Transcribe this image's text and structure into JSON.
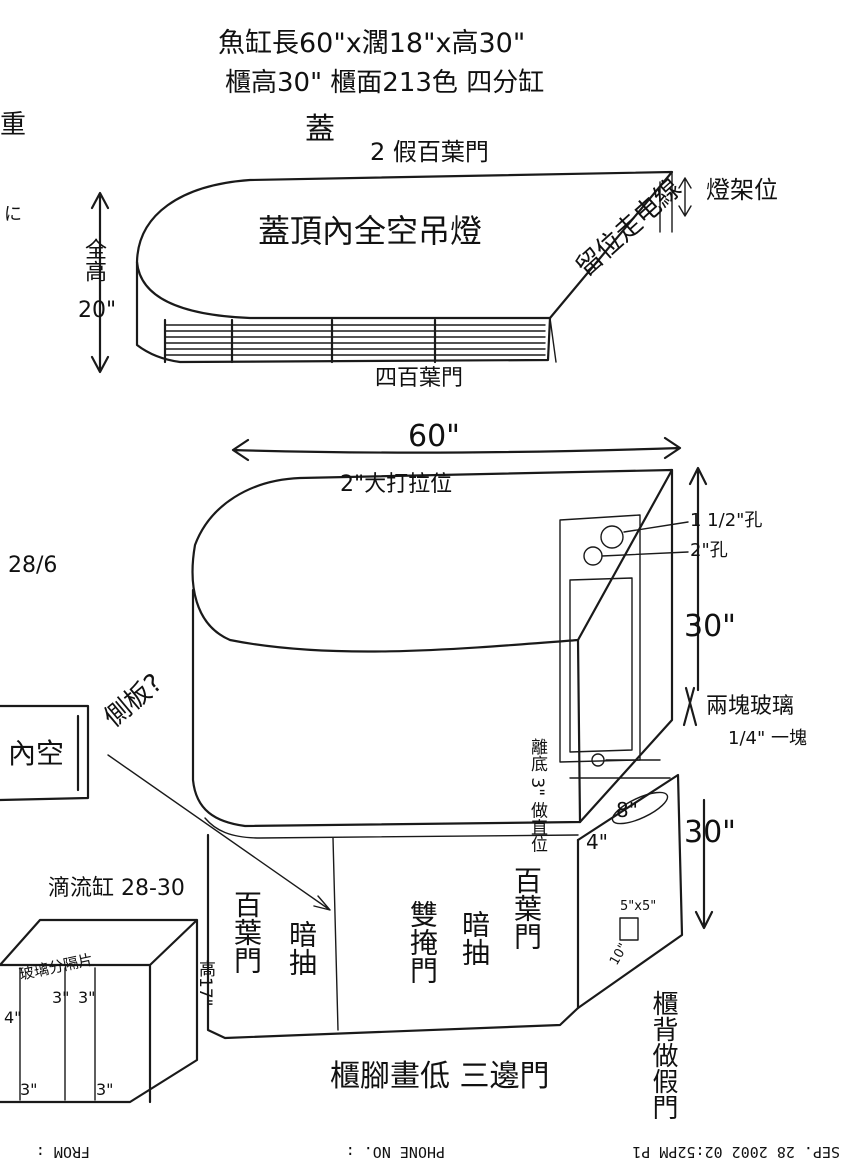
{
  "header": {
    "line1": "魚缸長60\"x濶18\"x高30\"",
    "line2": "櫃高30\" 櫃面213色 四分缸"
  },
  "lid": {
    "title": "蓋",
    "back_note": "2 假百葉門",
    "top_note": "蓋頂內全空吊燈",
    "height_label": "全高",
    "height_value": "20\"",
    "light_note": "燈架位",
    "wire_note": "留位走电線",
    "front_note": "四百葉門"
  },
  "cabinet": {
    "width_label": "60\"",
    "top_note": "2\"大打拉位",
    "pipe1": "1 1/2\"孔",
    "pipe2": "2\"孔",
    "height_upper": "30\"",
    "glass_note": "兩塊玻璃",
    "glass_note2": "1/4\" 一塊",
    "bottom_note": "離底 3\" 做直位",
    "dim_8": "8\"",
    "dim_4": "4\"",
    "height_lower": "30\"",
    "door_left": "百葉門",
    "drawer_left": "暗抽",
    "door_mid": "雙掩門",
    "drawer_mid": "暗抽",
    "door_right": "百葉門",
    "small_dim1": "5\"x5\"",
    "small_dim2": "10\"",
    "base_note": "櫃腳畫低 三邊門",
    "back_note": "櫃背做假門",
    "side_label": "高17\""
  },
  "left": {
    "note_28": "28/6",
    "inner": "內空",
    "side_board": "側板?",
    "edge_char1": "重",
    "edge_char2": "に"
  },
  "sump": {
    "title": "滴流缸 28-30",
    "partition": "玻璃分隔片",
    "dims": [
      "4\"",
      "3\"",
      "3\"",
      "3\"",
      "3\""
    ]
  },
  "fax": {
    "date": "SEP. 28 2002 02:52PM P1",
    "phone": "PHONE NO. :",
    "from": "FROM :"
  }
}
